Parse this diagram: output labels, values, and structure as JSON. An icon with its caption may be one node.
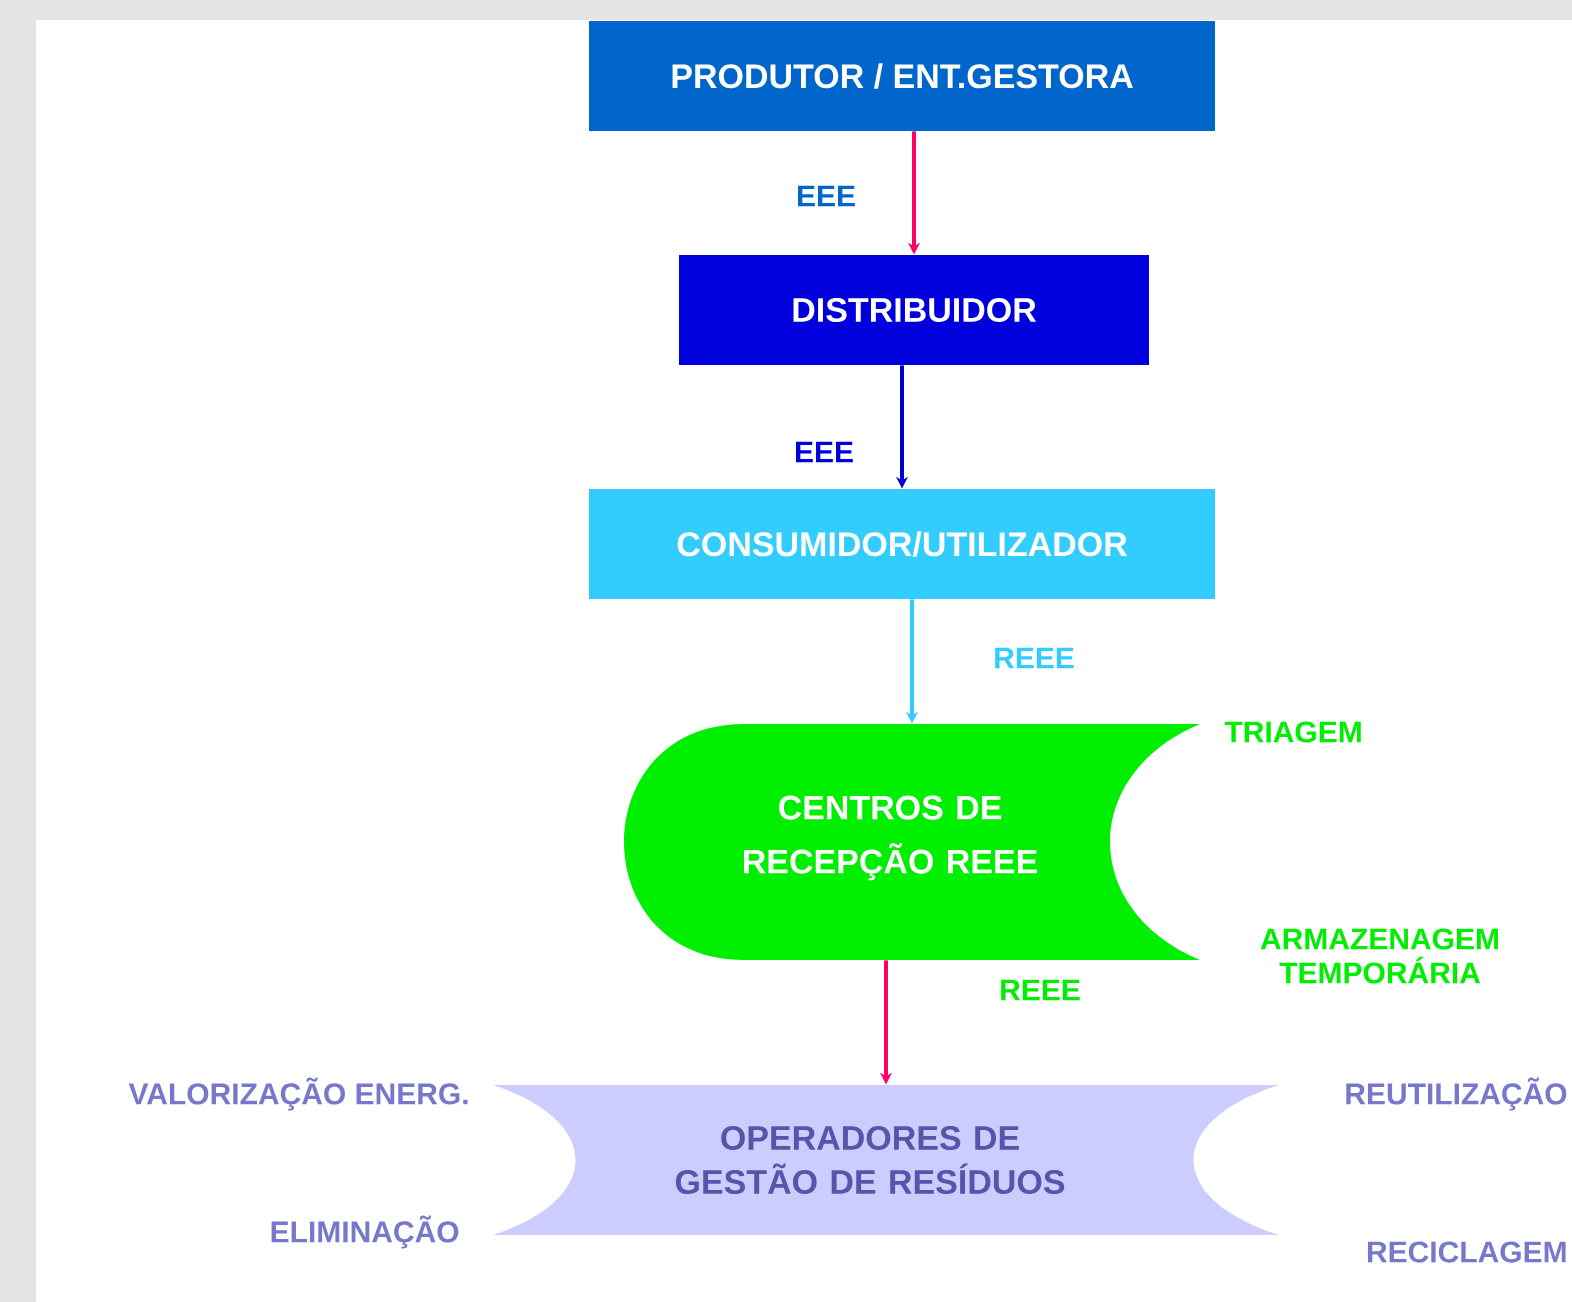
{
  "diagram": {
    "nodes": [
      {
        "text": [
          "PRODUTOR / ENT.GESTORA"
        ]
      },
      {
        "text": [
          "DISTRIBUIDOR"
        ]
      },
      {
        "text": [
          "CONSUMIDOR/UTILIZADOR"
        ]
      },
      {
        "text": [
          "CENTROS DE RECEPÇÃO REEE"
        ],
        "beside": [
          "TRIAGEM",
          "ARMAZENAGEM TEMPORÁRIA"
        ]
      },
      {
        "text": [
          "OPERADORES DE GESTÃO DE RESÍDUOS"
        ],
        "beside": [
          "VALORIZAÇÃO ENERG.",
          "ELIMINAÇÃO",
          "REUTILIZAÇÃO",
          "RECICLAGEM"
        ]
      }
    ],
    "edges": [
      {
        "from": 0,
        "to": 1,
        "arrow": "to",
        "label": "EEE",
        "color": "#ff0066"
      },
      {
        "from": 1,
        "to": 2,
        "arrow": "to",
        "label": "EEE",
        "color": "#0000cc"
      },
      {
        "from": 2,
        "to": 3,
        "arrow": "to",
        "label": "REEE",
        "color": "#33ccff"
      },
      {
        "from": 3,
        "to": 4,
        "arrow": "to",
        "label": "REEE",
        "color": "#ff0066"
      }
    ]
  }
}
